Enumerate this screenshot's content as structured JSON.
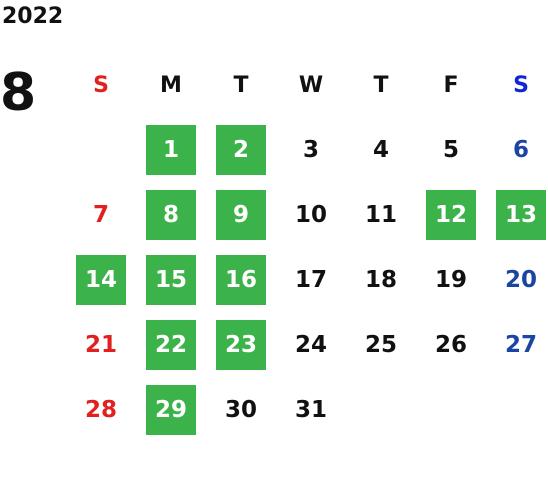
{
  "calendar": {
    "year": "2022",
    "month": "8",
    "weekdays": [
      "S",
      "M",
      "T",
      "W",
      "T",
      "F",
      "S"
    ],
    "first_weekday_index": 1,
    "days_in_month": 31,
    "highlighted_days": [
      1,
      2,
      8,
      9,
      12,
      13,
      14,
      15,
      16,
      22,
      23,
      29
    ],
    "colors": {
      "highlight_bg": "#3cb24a",
      "highlight_text": "#ffffff",
      "sunday": "#e0211f",
      "saturday": "#1b45a3",
      "saturday_header": "#1026d6",
      "weekday": "#111111"
    }
  }
}
